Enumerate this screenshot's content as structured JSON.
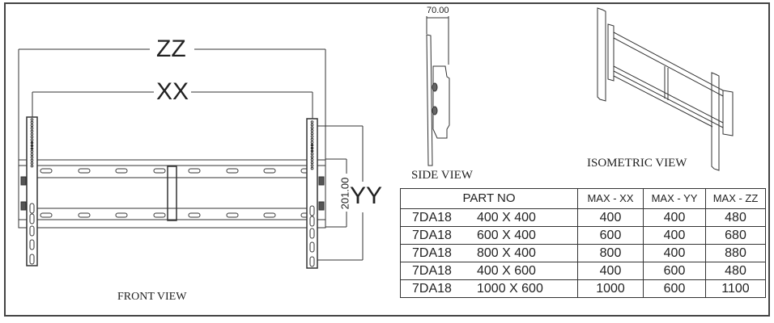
{
  "front_view": {
    "label": "FRONT VIEW",
    "dim_zz": "ZZ",
    "dim_xx": "XX",
    "dim_yy": "YY",
    "dim_height": "201.00"
  },
  "side_view": {
    "label": "SIDE VIEW",
    "dim_depth": "70.00"
  },
  "isometric_view": {
    "label": "ISOMETRIC VIEW"
  },
  "spec_table": {
    "headers": [
      "PART NO",
      "MAX - XX",
      "MAX - YY",
      "MAX - ZZ"
    ],
    "rows": [
      {
        "part": "7DA18",
        "size": "400 X 400",
        "xx": "400",
        "yy": "400",
        "zz": "480"
      },
      {
        "part": "7DA18",
        "size": "600 X 400",
        "xx": "600",
        "yy": "400",
        "zz": "680"
      },
      {
        "part": "7DA18",
        "size": "800 X 400",
        "xx": "800",
        "yy": "400",
        "zz": "880"
      },
      {
        "part": "7DA18",
        "size": "400 X 600",
        "xx": "400",
        "yy": "600",
        "zz": "480"
      },
      {
        "part": "7DA18",
        "size": "1000 X 600",
        "xx": "1000",
        "yy": "600",
        "zz": "1100"
      }
    ]
  }
}
